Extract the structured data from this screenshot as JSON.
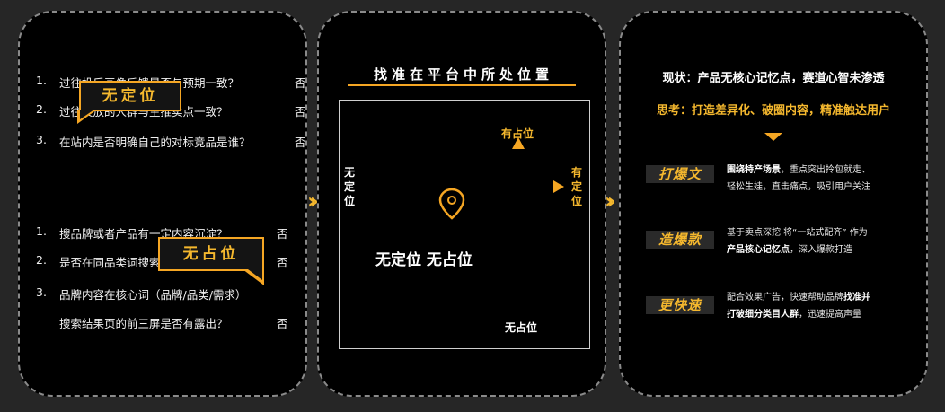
{
  "panel1": {
    "section1": [
      {
        "num": "1.",
        "text": "过往投后画像反馈是否与预期一致？",
        "answer": "否"
      },
      {
        "num": "2.",
        "text": "过往投放的人群与主推卖点一致？",
        "answer": "否"
      },
      {
        "num": "3.",
        "text": "在站内是否明确自己的对标竞品是谁？",
        "answer": "否"
      }
    ],
    "callout1": "无定位",
    "section2": [
      {
        "num": "1.",
        "text": "搜品牌或者产品有一定内容沉淀？",
        "answer": "否"
      },
      {
        "num": "2.",
        "text": "是否在同品类词搜索中有一定曝光？",
        "answer": "否"
      },
      {
        "num": "3.",
        "text": "品牌内容在核心词（品牌/品类/需求）",
        "answer": ""
      }
    ],
    "section2_cont": {
      "text": "搜索结果页的前三屏是否有露出？",
      "answer": "否"
    },
    "callout2": "无占位"
  },
  "panel2": {
    "title": "找准在平台中所处位置",
    "top_label": "有占位",
    "bottom_label": "无占位",
    "left_label": "无定位",
    "right_label": "有定位",
    "center_text": "无定位 无占位"
  },
  "panel3": {
    "current": "现状：产品无核心记忆点，赛道心智未渗透",
    "think": "思考：打造差异化、破圈内容，精准触达用户",
    "items": [
      {
        "tag": "打爆文",
        "line1a": "围绕特产场景",
        "line1b": "，重点突出拎包就走、",
        "line2": "轻松生娃，直击痛点，吸引用户关注"
      },
      {
        "tag": "造爆款",
        "line1a": "基于卖点深挖 将“一站式配齐” 作为",
        "line1b": "",
        "line2a": "产品核心记忆点",
        "line2b": "，深入爆款打造"
      },
      {
        "tag": "更快速",
        "line1a": "配合效果广告，快速帮助品牌",
        "line1b": "找准并",
        "line2a": "打破细分类目人群",
        "line2b": "，迅速提高声量"
      }
    ]
  },
  "colors": {
    "accent": "#f5a623",
    "panel_bg": "#000000",
    "page_bg": "#262626"
  }
}
